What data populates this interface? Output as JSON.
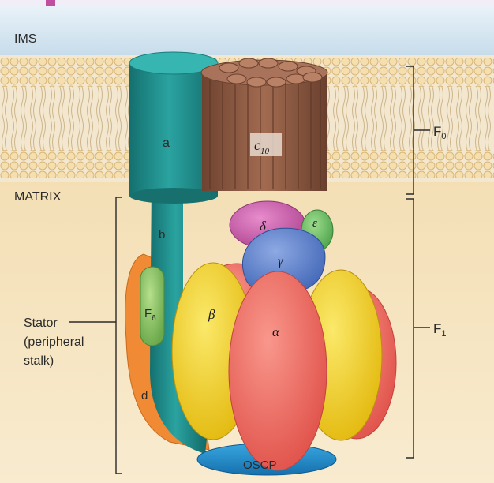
{
  "regions": {
    "ims": "IMS",
    "matrix": "MATRIX"
  },
  "brackets": {
    "f0": {
      "main": "F",
      "sub": "0"
    },
    "f1": {
      "main": "F",
      "sub": "1"
    }
  },
  "stator_label": [
    "Stator",
    "(peripheral",
    "stalk)"
  ],
  "subunits": {
    "a": "a",
    "b": "b",
    "d": "d",
    "f6": {
      "main": "F",
      "sub": "6"
    },
    "c10": {
      "main": "c",
      "sub": "10"
    },
    "delta": "δ",
    "epsilon": "ε",
    "gamma": "γ",
    "alpha": "α",
    "beta": "β",
    "oscp": "OSCP"
  },
  "colors": {
    "ims_band": "#cfe3f1",
    "membrane": "#e8c98a",
    "matrix": "#f2dcae",
    "subunit_a": "#1e8e8c",
    "c_ring": "#8a5a44",
    "alpha": "#ef6b62",
    "beta": "#f3d326",
    "gamma": "#5b7fc9",
    "delta": "#c85ea8",
    "epsilon": "#4fae5a",
    "f6": "#7dbb5e",
    "d_orange": "#f08a34",
    "oscp": "#1a86c8"
  }
}
